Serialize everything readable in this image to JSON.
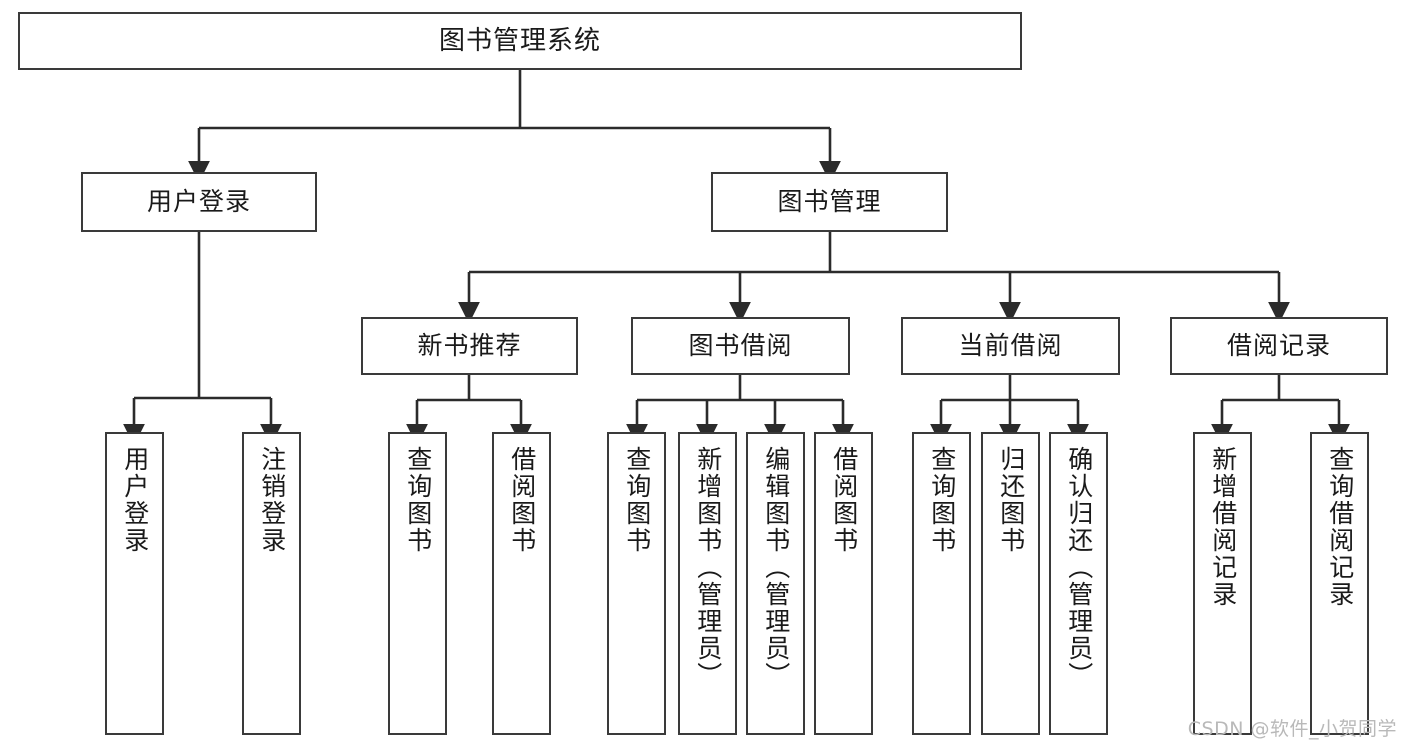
{
  "diagram": {
    "title": "图书管理系统",
    "type": "tree-hierarchy",
    "watermark": "CSDN @软件_小贺同学",
    "colors": {
      "border": "#3a3a3a",
      "background": "#ffffff",
      "text": "#1a1a1a",
      "edge": "#2b2b2b",
      "watermark": "#b9b9b9"
    }
  },
  "nodes": {
    "root": {
      "label": "图书管理系统"
    },
    "level2": [
      {
        "id": "user-login",
        "label": "用户登录"
      },
      {
        "id": "book-manage",
        "label": "图书管理"
      }
    ],
    "level3": [
      {
        "id": "new-book-recommend",
        "label": "新书推荐"
      },
      {
        "id": "book-borrow",
        "label": "图书借阅"
      },
      {
        "id": "current-borrow",
        "label": "当前借阅"
      },
      {
        "id": "borrow-record",
        "label": "借阅记录"
      }
    ],
    "leaves": {
      "user_login": [
        {
          "id": "leaf-user-login",
          "label": "用户登录"
        },
        {
          "id": "leaf-logout-login",
          "label": "注销登录"
        }
      ],
      "new_book_recommend": [
        {
          "id": "leaf-query-book-1",
          "label": "查询图书"
        },
        {
          "id": "leaf-borrow-book-1",
          "label": "借阅图书"
        }
      ],
      "book_borrow": [
        {
          "id": "leaf-query-book-2",
          "label": "查询图书"
        },
        {
          "id": "leaf-add-book",
          "label": "新增图书（管理员）"
        },
        {
          "id": "leaf-edit-book",
          "label": "编辑图书（管理员）"
        },
        {
          "id": "leaf-borrow-book-2",
          "label": "借阅图书"
        }
      ],
      "current_borrow": [
        {
          "id": "leaf-query-book-3",
          "label": "查询图书"
        },
        {
          "id": "leaf-return-book",
          "label": "归还图书"
        },
        {
          "id": "leaf-confirm-return",
          "label": "确认归还（管理员）"
        }
      ],
      "borrow_record": [
        {
          "id": "leaf-add-record",
          "label": "新增借阅记录"
        },
        {
          "id": "leaf-query-record",
          "label": "查询借阅记录"
        }
      ]
    }
  }
}
